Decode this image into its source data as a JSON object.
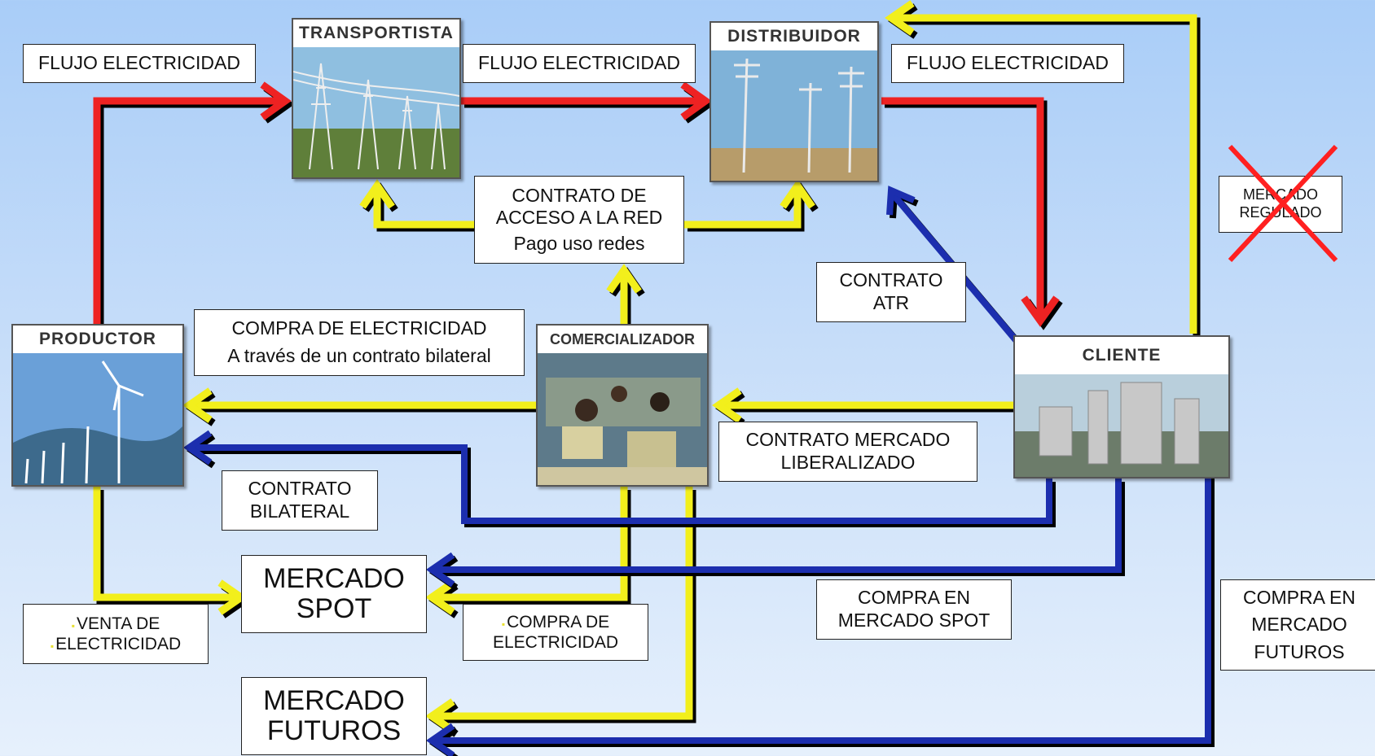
{
  "nodes": {
    "transportista": "TRANSPORTISTA",
    "distribuidor": "DISTRIBUIDOR",
    "productor": "PRODUCTOR",
    "comercializador": "COMERCIALIZADOR",
    "cliente": "CLIENTE"
  },
  "labels": {
    "flujo_1": "FLUJO ELECTRICIDAD",
    "flujo_2": "FLUJO ELECTRICIDAD",
    "flujo_3": "FLUJO ELECTRICIDAD",
    "contrato_acceso": [
      "CONTRATO DE",
      "ACCESO A LA RED",
      "Pago uso redes"
    ],
    "contrato_atr": [
      "CONTRATO",
      "ATR"
    ],
    "mercado_regulado": [
      "MERCADO",
      "REGULADO"
    ],
    "compra_electricidad": [
      "COMPRA DE ELECTRICIDAD",
      "A través de un contrato bilateral"
    ],
    "contrato_liberalizado": [
      "CONTRATO MERCADO",
      "LIBERALIZADO"
    ],
    "contrato_bilateral": [
      "CONTRATO",
      "BILATERAL"
    ],
    "mercado_spot": [
      "MERCADO",
      "SPOT"
    ],
    "mercado_futuros": [
      "MERCADO",
      "FUTUROS"
    ],
    "venta_electricidad": [
      "VENTA DE",
      "ELECTRICIDAD"
    ],
    "compra_de_electricidad": [
      "COMPRA DE",
      "ELECTRICIDAD"
    ],
    "compra_mercado_spot": [
      "COMPRA EN",
      "MERCADO SPOT"
    ],
    "compra_mercado_futuros": [
      "COMPRA EN",
      "MERCADO",
      "FUTUROS"
    ]
  },
  "colors": {
    "electricity_flow": "#ee2222",
    "contract_yellow": "#f2ef1a",
    "contract_blue": "#1a2fae",
    "cross": "#ff2020"
  }
}
